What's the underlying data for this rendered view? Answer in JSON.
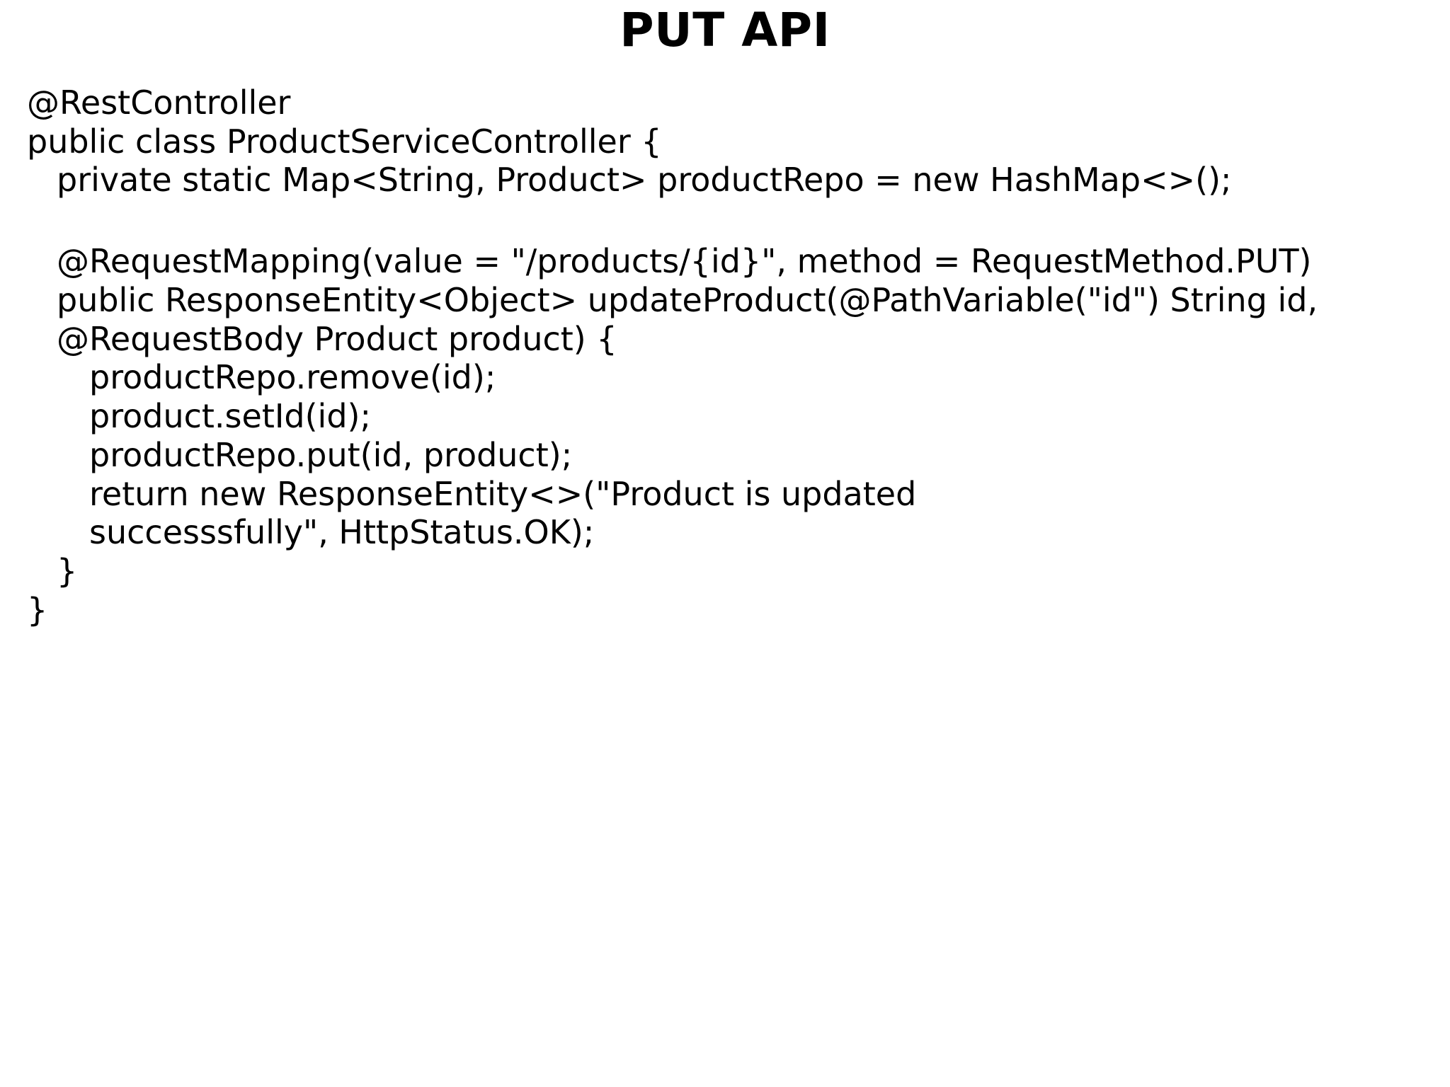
{
  "slide": {
    "title": "PUT API",
    "background_color": "#ffffff",
    "text_color": "#000000"
  },
  "code": {
    "language": "java",
    "lines": [
      {
        "indent": 0,
        "text": "@RestController"
      },
      {
        "indent": 0,
        "text": "public class ProductServiceController {"
      },
      {
        "indent": 1,
        "text": "private static Map<String, Product> productRepo = new HashMap<>();"
      },
      {
        "indent": 1,
        "text": ""
      },
      {
        "indent": 1,
        "text": "@RequestMapping(value = \"/products/{id}\", method = RequestMethod.PUT)"
      },
      {
        "indent": 1,
        "text": "public ResponseEntity<Object> updateProduct(@PathVariable(\"id\") String id, @RequestBody Product product) {"
      },
      {
        "indent": 2,
        "text": "productRepo.remove(id);"
      },
      {
        "indent": 2,
        "text": "product.setId(id);"
      },
      {
        "indent": 2,
        "text": "productRepo.put(id, product);"
      },
      {
        "indent": 2,
        "text": "return new ResponseEntity<>(\"Product is updated successsfully\", HttpStatus.OK);"
      },
      {
        "indent": 1,
        "text": "}"
      },
      {
        "indent": 0,
        "text": "}"
      }
    ]
  }
}
